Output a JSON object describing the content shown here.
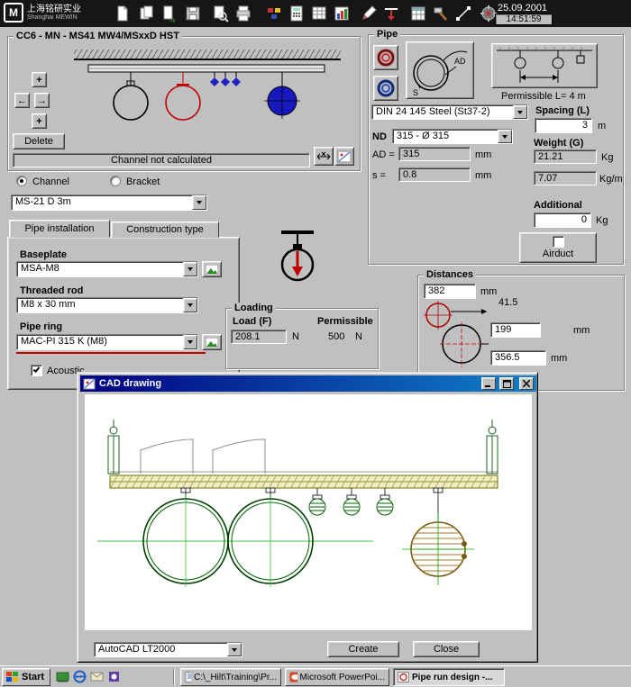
{
  "topbar": {
    "logo_cn": "上海铭研实业",
    "logo_en": "Shanghai MEWIN",
    "date": "25.09.2001",
    "time": "14:51:59",
    "icons": [
      "new-document",
      "copy-document",
      "export-document",
      "save",
      "print-preview",
      "print",
      "palette",
      "calculator",
      "table",
      "chart",
      "pen",
      "support-load",
      "grid",
      "tools",
      "cad-line",
      "gear"
    ]
  },
  "assembly": {
    "title": "CC6 - MN - MS41 MW4/MSxxD HST",
    "add_top": "+",
    "prev": "←",
    "next": "→",
    "add_bottom": "+",
    "delete_label": "Delete",
    "status": "Channel not calculated"
  },
  "mounting": {
    "channel_label": "Channel",
    "bracket_label": "Bracket",
    "channel_type": "MS-21 D 3m"
  },
  "tabs": {
    "pipe_installation": "Pipe installation",
    "construction_type": "Construction type"
  },
  "installation": {
    "baseplate_label": "Baseplate",
    "baseplate": "MSA-M8",
    "threaded_rod_label": "Threaded rod",
    "threaded_rod": "M8  x 30  mm",
    "pipe_ring_label": "Pipe ring",
    "pipe_ring": "MAC-PI 315 K (M8)",
    "acoustic_label": "Acoustic"
  },
  "loading": {
    "title": "Loading",
    "load_label": "Load (F)",
    "load_value": "208.1",
    "load_unit": "N",
    "permissible_label": "Permissible",
    "permissible_value": "500",
    "permissible_unit": "N"
  },
  "pipe": {
    "title": "Pipe",
    "ad_diagram_label": "AD",
    "s_diagram_label": "S",
    "permissible_length": "Permissible L= 4 m",
    "material": "DIN 24 145  Steel (St37-2)",
    "spacing_label": "Spacing (L)",
    "spacing_value": "3",
    "spacing_unit": "m",
    "nd_label": "ND",
    "nd_value": "315 - Ø  315",
    "weight_label": "Weight (G)",
    "ad_label": "AD =",
    "ad_value": "315",
    "ad_unit": "mm",
    "weight_value": "21.21",
    "weight_unit": "Kg",
    "s_label": "s =",
    "s_value": "0.8",
    "s_unit": "mm",
    "weight_per_meter": "7.07",
    "weight_per_meter_unit": "Kg/m",
    "additional_label": "Additional",
    "additional_value": "0",
    "additional_unit": "Kg",
    "airduct_label": "Airduct"
  },
  "distances": {
    "title": "Distances",
    "top_value": "382",
    "top_unit": "mm",
    "offset_value": "41.5",
    "right_value": "199",
    "right_unit": "mm",
    "bottom_value": "356.5",
    "bottom_unit": "mm"
  },
  "cad": {
    "title": "CAD drawing",
    "app": "AutoCAD LT2000",
    "create_label": "Create",
    "close_label": "Close"
  },
  "taskbar": {
    "start": "Start",
    "tasks": [
      {
        "label": "C:\\_Hilt\\Training\\Pr..."
      },
      {
        "label": "Microsoft PowerPoi..."
      },
      {
        "label": "Pipe run design -..."
      }
    ]
  }
}
